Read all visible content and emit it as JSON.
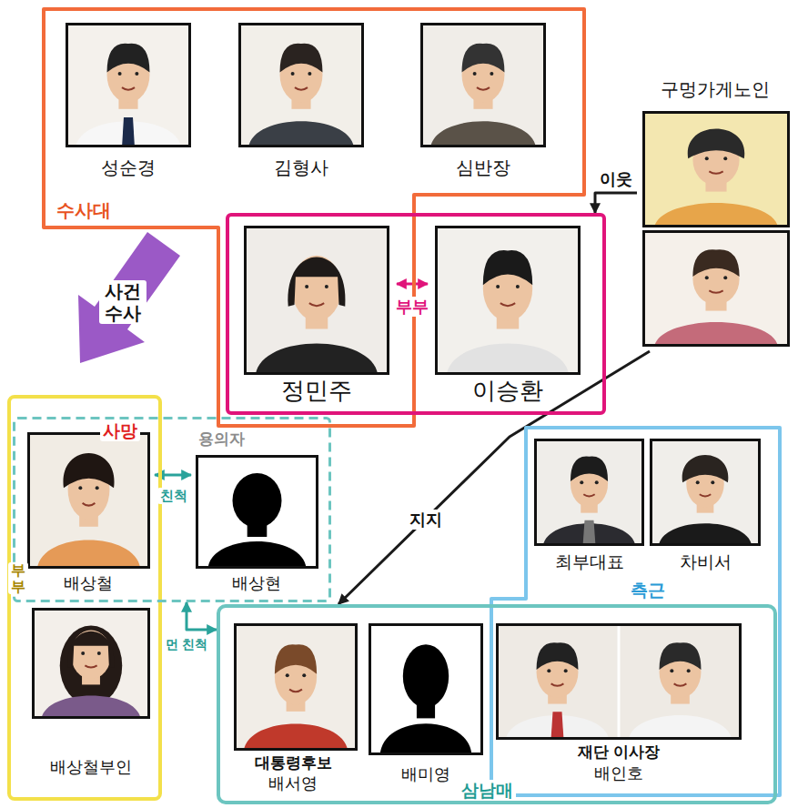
{
  "diagram": {
    "nodes": [
      {
        "text": [
          "수사대"
        ]
      },
      {
        "text": [
          "성순경"
        ],
        "in": 0
      },
      {
        "text": [
          "김형사"
        ],
        "in": 0
      },
      {
        "text": [
          "심반장"
        ],
        "in": 0
      },
      {
        "text": [
          "구멍가게노인"
        ]
      },
      {
        "text": [
          "부부"
        ]
      },
      {
        "text": [
          "정민주"
        ],
        "in": 5
      },
      {
        "text": [
          "이승환"
        ],
        "in": 5
      },
      {
        "text": [
          "부부"
        ]
      },
      {
        "text": [
          "사망",
          "배상철"
        ],
        "in": 8
      },
      {
        "text": [
          "배상철부인"
        ],
        "in": 8
      },
      {
        "text": [
          "친척"
        ]
      },
      {
        "text": [
          "용의자",
          "배상현"
        ],
        "in": 11
      },
      {
        "text": [
          "측근"
        ]
      },
      {
        "text": [
          "최부대표"
        ],
        "in": 13
      },
      {
        "text": [
          "차비서"
        ],
        "in": 13
      },
      {
        "text": [
          "삼남매"
        ]
      },
      {
        "text": [
          "대통령후보",
          "배서영"
        ],
        "in": 16
      },
      {
        "text": [
          "배미영"
        ],
        "in": 16
      },
      {
        "text": [
          "재단 이사장",
          "배인호"
        ],
        "in": 16
      }
    ],
    "edges": [
      {
        "from": 4,
        "to": 5,
        "label": "이웃",
        "arrow": "to"
      },
      {
        "from": 4,
        "to": 16,
        "label": "지지",
        "arrow": "to"
      },
      {
        "from": 11,
        "to": 16,
        "label": "먼 친척",
        "arrow": "both"
      }
    ],
    "labels": [
      "사건 수사"
    ]
  }
}
